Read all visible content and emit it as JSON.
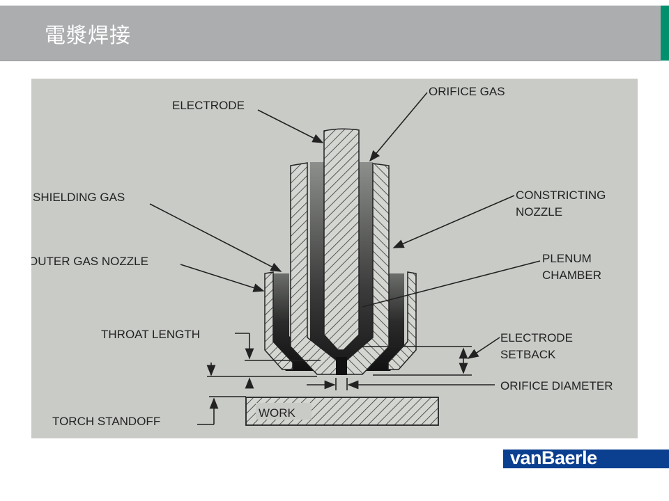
{
  "slide": {
    "title": "電漿焊接",
    "accent_color": "#00906e",
    "header_color": "#acadaf"
  },
  "diagram": {
    "labels": {
      "electrode": "ELECTRODE",
      "orifice_gas": "ORIFICE GAS",
      "shielding_gas": "SHIELDING GAS",
      "constricting_nozzle_1": "CONSTRICTING",
      "constricting_nozzle_2": "NOZZLE",
      "outer_gas_nozzle": "OUTER GAS NOZZLE",
      "plenum_chamber_1": "PLENUM",
      "plenum_chamber_2": "CHAMBER",
      "throat_length": "THROAT LENGTH",
      "electrode_setback_1": "ELECTRODE",
      "electrode_setback_2": "SETBACK",
      "orifice_diameter": "ORIFICE DIAMETER",
      "torch_standoff": "TORCH STANDOFF",
      "work": "WORK"
    }
  },
  "footer": {
    "logo_text": "vanBaerle",
    "logo_color": "#0b3f8f"
  }
}
